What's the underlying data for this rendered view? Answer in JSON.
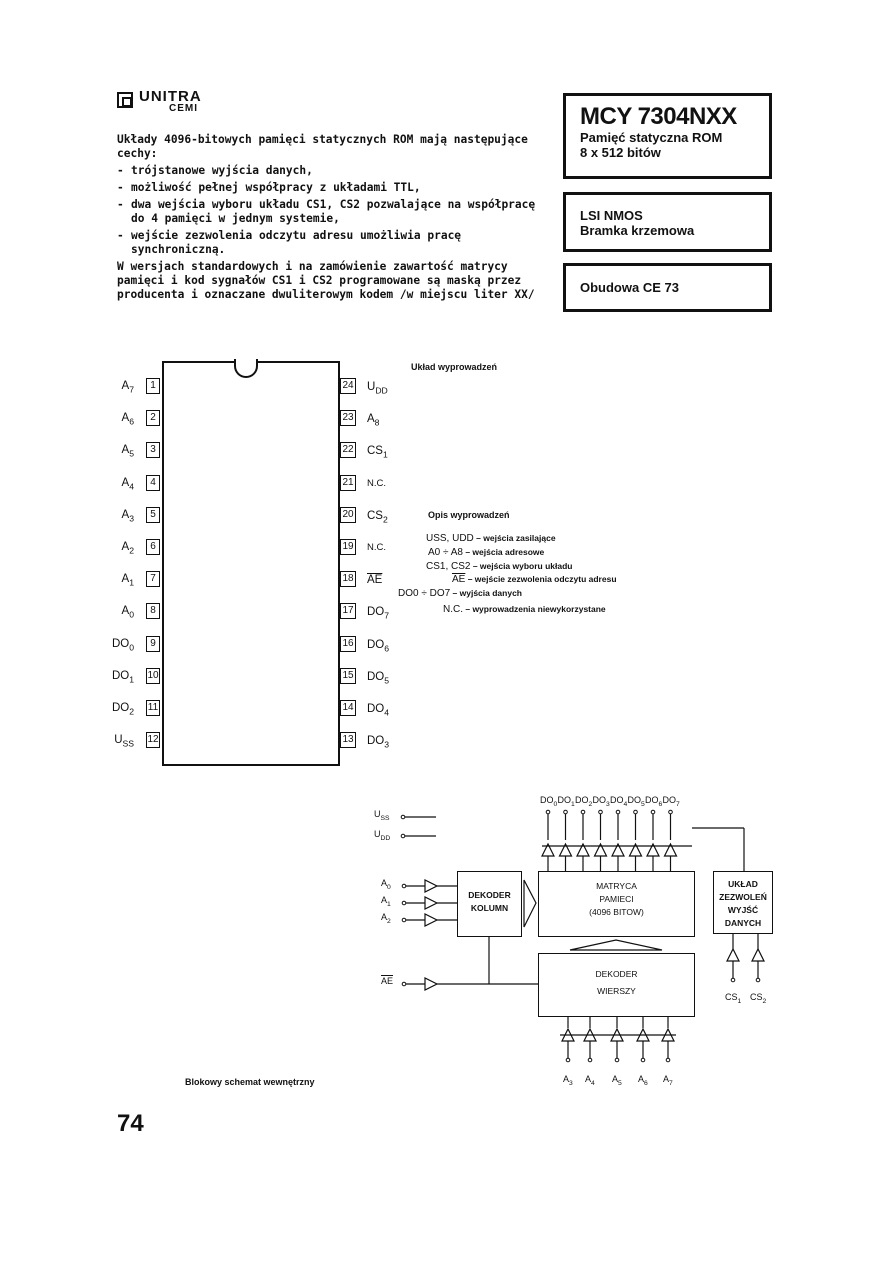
{
  "header": {
    "brand": "UNITRA",
    "sub_brand": "CEMI"
  },
  "intro": {
    "lead": "Układy 4096-bitowych pamięci statycznych ROM mają następujące cechy:",
    "features": [
      "trójstanowe wyjścia danych,",
      "możliwość pełnej współpracy z układami TTL,",
      "dwa wejścia wyboru układu CS1, CS2 pozwalające na współpracę do 4 pamięci w jednym systemie,",
      "wejście zezwolenia odczytu adresu umożliwia pracę synchroniczną."
    ],
    "closing": "W wersjach standardowych i na zamówienie zawartość matrycy pamięci i kod sygnałów CS1 i CS2 programowane są maską przez producenta i oznaczane dwuliterowym kodem /w miejscu liter XX/"
  },
  "boxes": {
    "part_number": "MCY 7304NXX",
    "desc_line1": "Pamięć statyczna ROM",
    "desc_line2": "8 x 512 bitów",
    "tech_line1": "LSI NMOS",
    "tech_line2": "Bramka krzemowa",
    "package": "Obudowa CE 73"
  },
  "pinout": {
    "title": "Układ wyprowadzeń",
    "left_pins": [
      {
        "num": "1",
        "name": "A7"
      },
      {
        "num": "2",
        "name": "A6"
      },
      {
        "num": "3",
        "name": "A5"
      },
      {
        "num": "4",
        "name": "A4"
      },
      {
        "num": "5",
        "name": "A3"
      },
      {
        "num": "6",
        "name": "A2"
      },
      {
        "num": "7",
        "name": "A1"
      },
      {
        "num": "8",
        "name": "A0"
      },
      {
        "num": "9",
        "name": "DO0"
      },
      {
        "num": "10",
        "name": "DO1"
      },
      {
        "num": "11",
        "name": "DO2"
      },
      {
        "num": "12",
        "name": "USS"
      }
    ],
    "right_pins": [
      {
        "num": "24",
        "name": "UDD"
      },
      {
        "num": "23",
        "name": "A8"
      },
      {
        "num": "22",
        "name": "CS1"
      },
      {
        "num": "21",
        "name": "N.C."
      },
      {
        "num": "20",
        "name": "CS2"
      },
      {
        "num": "19",
        "name": "N.C."
      },
      {
        "num": "18",
        "name": "AE"
      },
      {
        "num": "17",
        "name": "DO7"
      },
      {
        "num": "16",
        "name": "DO6"
      },
      {
        "num": "15",
        "name": "DO5"
      },
      {
        "num": "14",
        "name": "DO4"
      },
      {
        "num": "13",
        "name": "DO3"
      }
    ]
  },
  "pin_description": {
    "title": "Opis wyprowadzeń",
    "rows": [
      {
        "symbol": "USS, UDD",
        "text": "wejścia zasilające"
      },
      {
        "symbol": "A0 ÷ A8",
        "text": "wejścia adresowe"
      },
      {
        "symbol": "CS1, CS2",
        "text": "wejścia wyboru układu"
      },
      {
        "symbol": "AE",
        "text": "wejście zezwolenia odczytu adresu"
      },
      {
        "symbol": "DO0 ÷ DO7",
        "text": "wyjścia danych"
      },
      {
        "symbol": "N.C.",
        "text": "wyprowadzenia niewykorzystane"
      }
    ]
  },
  "block_diagram": {
    "caption": "Blokowy schemat wewnętrzny",
    "supply_labels": [
      "USS",
      "UDD"
    ],
    "column_inputs": [
      "A0",
      "A1",
      "A2"
    ],
    "enable_input": "AE",
    "column_decoder": [
      "DEKODER",
      "KOLUMN"
    ],
    "matrix": [
      "MATRYCA",
      "PAMIECI",
      "(4096 BITOW)"
    ],
    "row_decoder": [
      "DEKODER",
      "WIERSZY"
    ],
    "output_enable": [
      "UKŁAD",
      "ZEZWOLEŃ",
      "WYJŚĆ",
      "DANYCH"
    ],
    "data_outputs": [
      "DO0",
      "DO1",
      "DO2",
      "DO3",
      "DO4",
      "DO5",
      "DO6",
      "DO7"
    ],
    "row_inputs": [
      "A3",
      "A4",
      "A5",
      "A6",
      "A7"
    ],
    "cs_inputs": [
      "CS1",
      "CS2"
    ]
  },
  "page_number": "74"
}
